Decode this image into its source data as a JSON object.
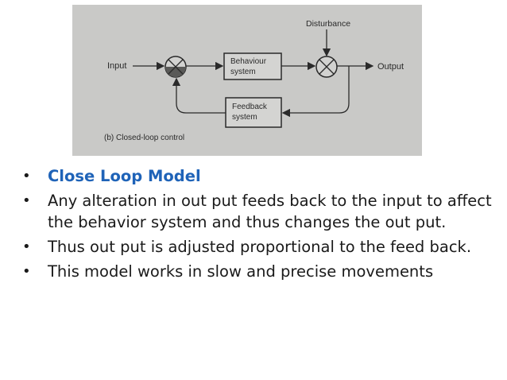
{
  "diagram": {
    "disturbance": "Disturbance",
    "input": "Input",
    "output": "Output",
    "behaviour_line1": "Behaviour",
    "behaviour_line2": "system",
    "feedback_line1": "Feedback",
    "feedback_line2": "system",
    "caption": "(b) Closed-loop control"
  },
  "bullets": [
    {
      "text": "Close Loop Model",
      "style": "heading"
    },
    {
      "text": "Any alteration in out put feeds back to the input to affect the behavior system and thus changes the out put.",
      "style": "normal"
    },
    {
      "text": "Thus out put is adjusted proportional to the feed back.",
      "style": "normal"
    },
    {
      "text": "This model works in slow and precise movements",
      "style": "normal"
    }
  ],
  "colors": {
    "heading": "#1f63b8",
    "figure_bg": "#c9c9c7"
  }
}
